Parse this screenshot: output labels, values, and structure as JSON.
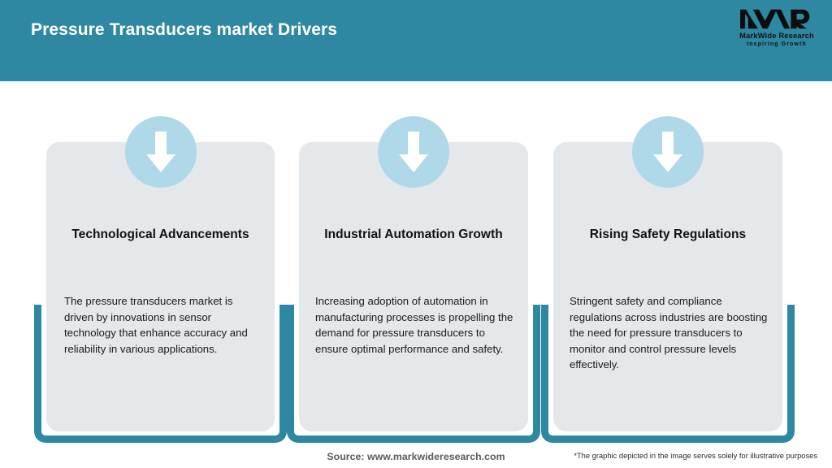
{
  "header": {
    "title": "Pressure Transducers market Drivers",
    "background_color": "#2E88A2",
    "title_color": "#FFFFFF"
  },
  "logo": {
    "mark_text": "MWR",
    "name": "MarkWide Research",
    "tagline": "Inspiring Growth",
    "icon": "mwr-logo-icon"
  },
  "cards": [
    {
      "icon": "down-arrow-icon",
      "title": "Technological Advancements",
      "body": "The pressure transducers market is driven by innovations in sensor technology that enhance accuracy and reliability in various applications."
    },
    {
      "icon": "down-arrow-icon",
      "title": "Industrial Automation Growth",
      "body": "Increasing adoption of automation in manufacturing processes is propelling the demand for pressure transducers to ensure optimal performance and safety."
    },
    {
      "icon": "down-arrow-icon",
      "title": "Rising Safety Regulations",
      "body": "Stringent safety and compliance regulations across industries are boosting the need for pressure transducers to monitor and control pressure levels effectively."
    }
  ],
  "footer": {
    "source": "Source: www.markwideresearch.com",
    "disclaimer": "*The graphic depicted in the image serves solely for illustrative purposes"
  },
  "colors": {
    "teal": "#2E88A2",
    "light_blue": "#AFD8E8",
    "card_grey": "#E4E8EA",
    "page_white": "#FFFFFF"
  }
}
